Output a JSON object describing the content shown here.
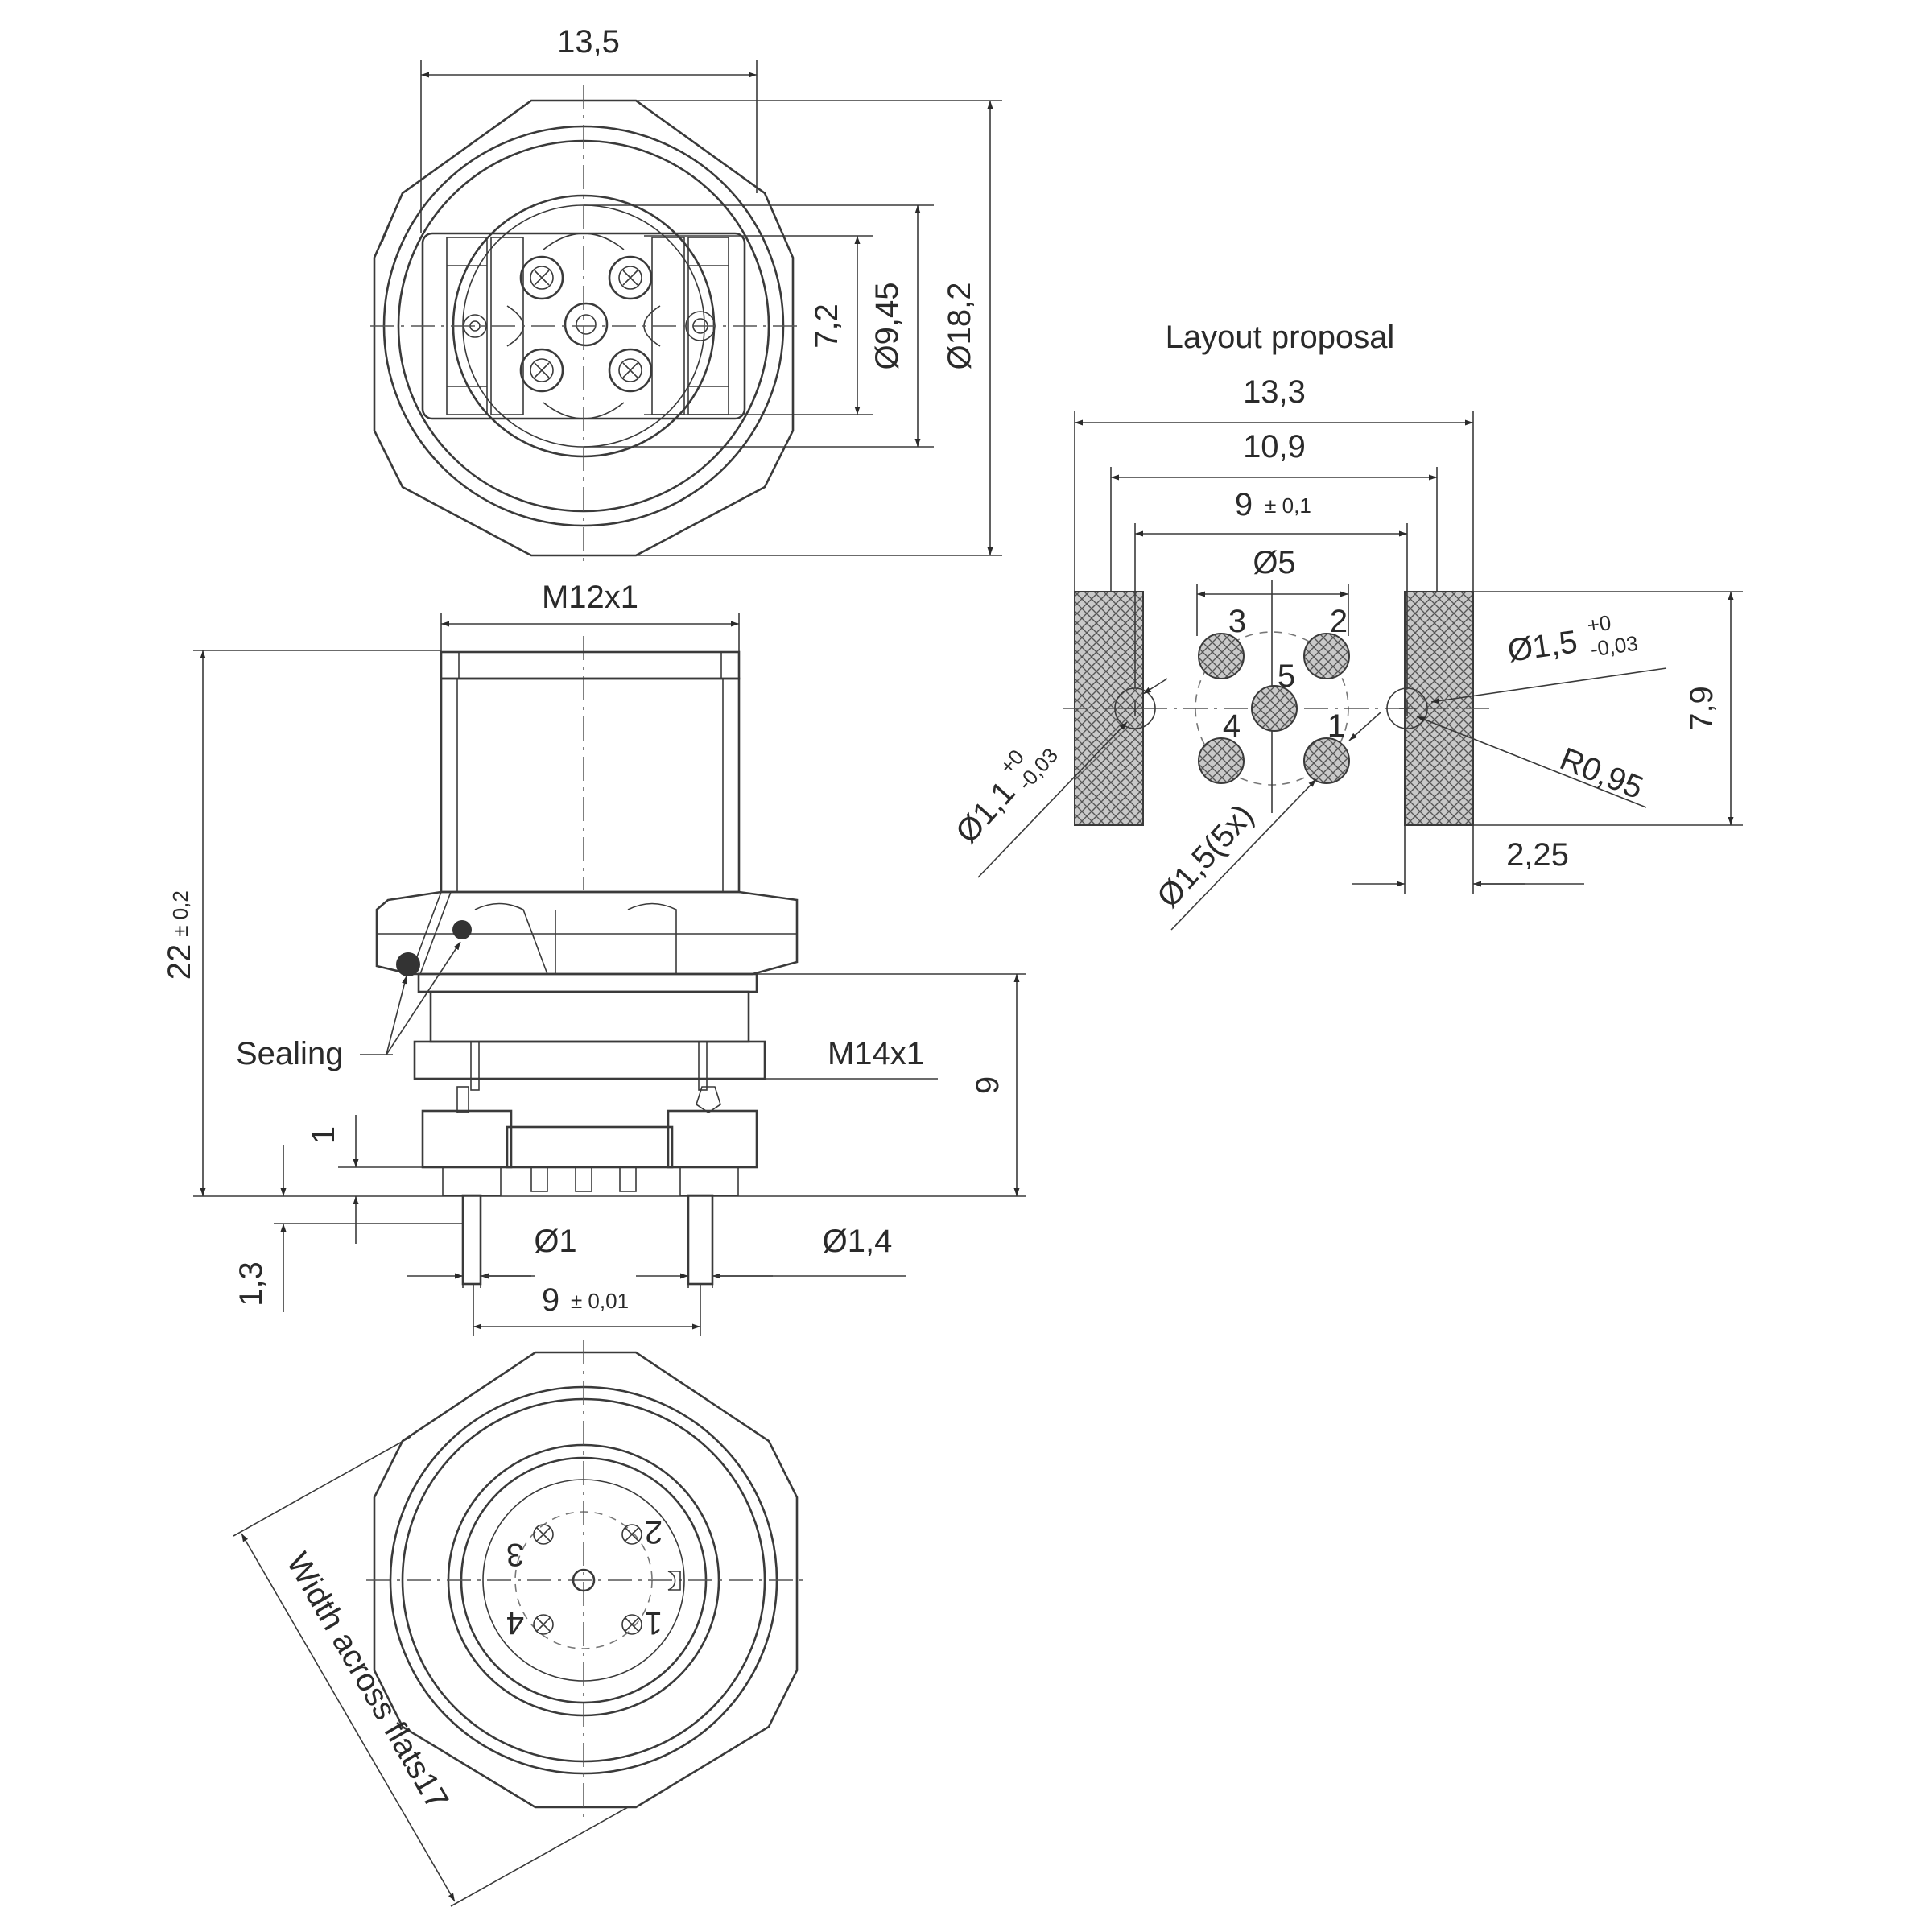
{
  "top_view": {
    "dim_width": "13,5",
    "dim_d1": "7,2",
    "dim_d2": "Ø9,45",
    "dim_d3": "Ø18,2"
  },
  "side_view": {
    "dim_thread_top": "M12x1",
    "dim_height": "22",
    "dim_height_tol": "± 0,2",
    "label_sealing": "Sealing",
    "dim_thread_bottom": "M14x1",
    "dim_nine": "9",
    "dim_one": "1",
    "dim_one_three": "1,3",
    "dim_pin_d1": "Ø1",
    "dim_pin_d14": "Ø1,4",
    "dim_pitch": "9",
    "dim_pitch_tol": "± 0,01"
  },
  "bottom_view": {
    "pins": [
      "3",
      "2",
      "4",
      "1"
    ],
    "label_flats": "Width across flats17"
  },
  "layout": {
    "title": "Layout proposal",
    "dim_133": "13,3",
    "dim_109": "10,9",
    "dim_9": "9",
    "dim_9_tol": "± 0,1",
    "dim_d5": "Ø5",
    "pin_labels": [
      "3",
      "2",
      "5",
      "4",
      "1"
    ],
    "dim_d15": "Ø1,5",
    "dim_d15_tol_up": "+0",
    "dim_d15_tol_down": "-0,03",
    "dim_d11": "Ø1,1",
    "dim_d11_tol_up": "+0",
    "dim_d11_tol_down": "-0,03",
    "dim_d15_5x": "Ø1,5(5x)",
    "dim_r095": "R0,95",
    "dim_79": "7,9",
    "dim_225": "2,25"
  }
}
